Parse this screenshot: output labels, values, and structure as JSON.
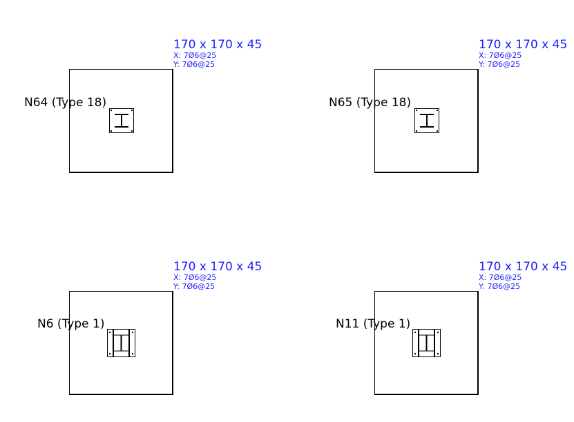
{
  "footings": [
    {
      "node": "N64 (Type 18)",
      "size": "170 x 170 x 45",
      "rebar_x": "X: 7Ø6@25",
      "rebar_y": "Y: 7Ø6@25",
      "column_type": "type-18"
    },
    {
      "node": "N65 (Type 18)",
      "size": "170 x 170 x 45",
      "rebar_x": "X: 7Ø6@25",
      "rebar_y": "Y: 7Ø6@25",
      "column_type": "type-18"
    },
    {
      "node": "N6 (Type 1)",
      "size": "170 x 170 x 45",
      "rebar_x": "X: 7Ø6@25",
      "rebar_y": "Y: 7Ø6@25",
      "column_type": "type-1"
    },
    {
      "node": "N11 (Type 1)",
      "size": "170 x 170 x 45",
      "rebar_x": "X: 7Ø6@25",
      "rebar_y": "Y: 7Ø6@25",
      "column_type": "type-1"
    }
  ],
  "colors": {
    "outline": "#000000",
    "dimension_text": "#1a1aff"
  }
}
